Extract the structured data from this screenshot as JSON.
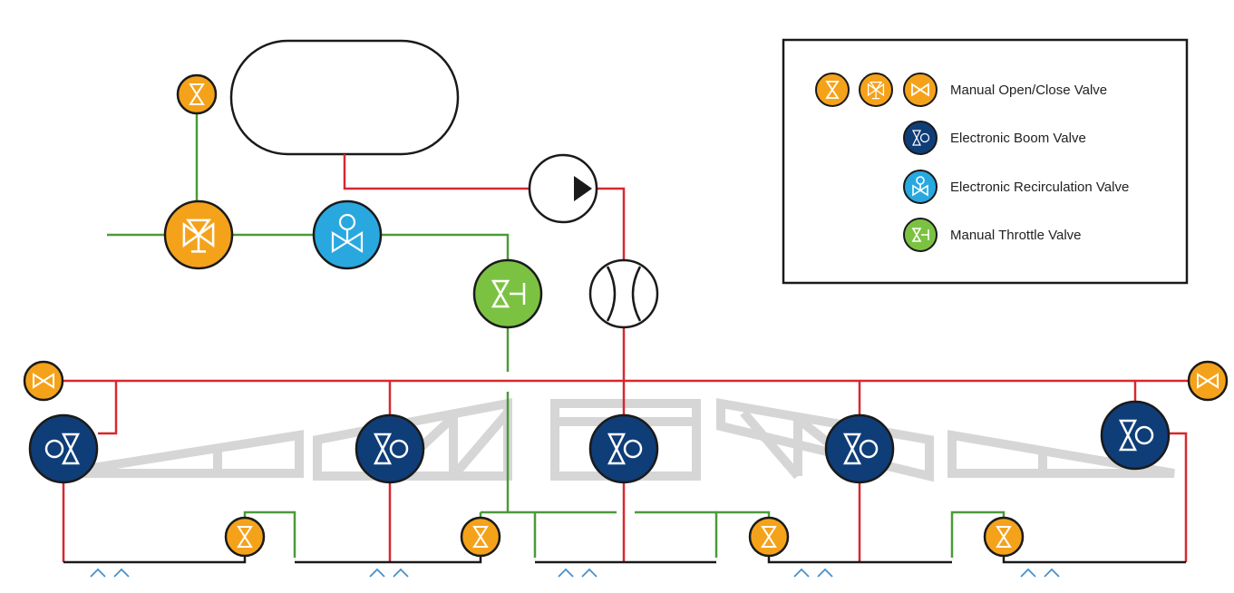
{
  "legend": {
    "items": [
      {
        "label": "Manual Open/Close Valve",
        "icon": "manual-open-close-valve-icon"
      },
      {
        "label": "Electronic Boom Valve",
        "icon": "electronic-boom-valve-icon"
      },
      {
        "label": "Electronic Recirculation Valve",
        "icon": "electronic-recirculation-valve-icon"
      },
      {
        "label": "Manual Throttle Valve",
        "icon": "manual-throttle-valve-icon"
      }
    ]
  },
  "colors": {
    "manual_valve": "#f5a21b",
    "boom_valve": "#0f3d78",
    "recirculation_valve": "#29a8e0",
    "throttle_valve": "#7cc242",
    "pressure_line": "#d7282f",
    "return_line": "#4b9a3a",
    "outlet_line": "#1a1a1a",
    "boom_frame": "#d6d6d6",
    "nozzle": "#4a90c8"
  }
}
